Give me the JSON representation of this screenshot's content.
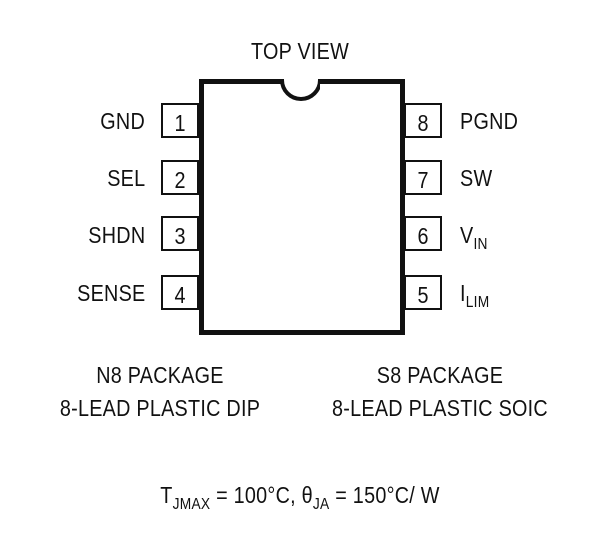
{
  "title": "TOP VIEW",
  "left_pins": [
    {
      "number": "1",
      "label": "GND"
    },
    {
      "number": "2",
      "label": "SEL"
    },
    {
      "number": "3",
      "label": "SHDN"
    },
    {
      "number": "4",
      "label": "SENSE"
    }
  ],
  "right_pins": [
    {
      "number": "8",
      "label": "PGND",
      "sub": ""
    },
    {
      "number": "7",
      "label": "SW",
      "sub": ""
    },
    {
      "number": "6",
      "label": "V",
      "sub": "IN"
    },
    {
      "number": "5",
      "label": "I",
      "sub": "LIM"
    }
  ],
  "packages": {
    "left": {
      "line1": "N8 PACKAGE",
      "line2": "8-LEAD PLASTIC DIP"
    },
    "right": {
      "line1": "S8 PACKAGE",
      "line2": "8-LEAD PLASTIC SOIC"
    }
  },
  "thermal": {
    "t_symbol": "T",
    "t_sub": "JMAX",
    "t_value": " = 100°C, ",
    "theta_symbol": "θ",
    "theta_sub": "JA",
    "theta_value": " = 150°C/ W"
  }
}
